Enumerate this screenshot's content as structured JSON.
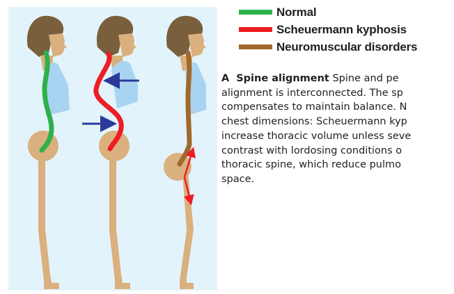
{
  "legend": {
    "items": [
      {
        "label": "Normal",
        "color": "#2eb14a"
      },
      {
        "label": "Scheuermann kyphosis",
        "color": "#ee1c24"
      },
      {
        "label": "Neuromuscular disorders",
        "color": "#a0692b"
      }
    ]
  },
  "caption": {
    "letter": "A",
    "title": "Spine alignment",
    "lines": [
      " Spine and pe",
      "alignment is interconnected. The sp",
      "compensates to maintain balance. N",
      "chest dimensions: Scheuermann kyp",
      "increase thoracic volume unless seve",
      "contrast with lordosing conditions o",
      "thoracic spine, which reduce pulmo",
      "space."
    ]
  },
  "colors": {
    "panel_background": "#e3f3fb",
    "skin": "#d9b07e",
    "hair": "#7a5f3c",
    "lung": "#a9d4f1",
    "arrow_blue": "#2b3a9a",
    "arrow_red": "#ee1c24"
  },
  "figures": [
    {
      "name": "normal",
      "spine_color": "#2eb14a"
    },
    {
      "name": "scheuermann-kyphosis",
      "spine_color": "#ee1c24"
    },
    {
      "name": "neuromuscular-disorders",
      "spine_color": "#a0692b"
    }
  ]
}
